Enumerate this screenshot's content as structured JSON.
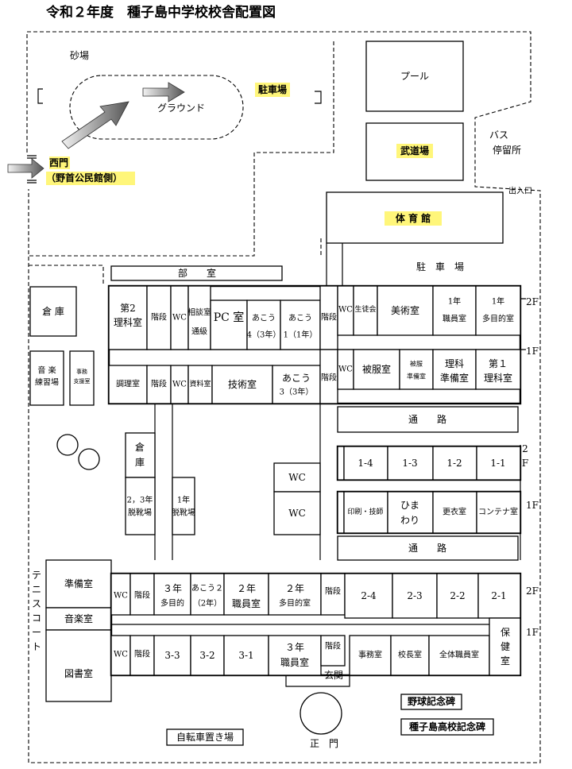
{
  "title": "令和２年度　種子島中学校校舎配置図",
  "labels": {
    "sunaba": "砂場",
    "ground": "グラウンド",
    "parking_top": "駐車場",
    "west_gate_1": "西門",
    "west_gate_2": "（野首公民館側）",
    "pool": "プール",
    "budojo": "武道場",
    "bus_1": "バス",
    "bus_2": "停留所",
    "exit_entrance": "出入口",
    "gym": "体 育 館",
    "parking_mid": "駐　車　場",
    "club_room": "部　　室",
    "souko_left": "倉 庫",
    "music_practice_1": "音 楽",
    "music_practice_2": "練習場",
    "office_support_1": "事務",
    "office_support_2": "支援室",
    "souko_center_1": "倉",
    "souko_center_2": "庫",
    "shoe_23_1": "2，3年",
    "shoe_23_2": "脱靴場",
    "shoe_1_1": "1年",
    "shoe_1_2": "脱靴場",
    "tennis": "テニスコート",
    "bike": "自転車置き場",
    "main_gate": "正　門",
    "baseball": "野球記念碑",
    "highschool": "種子島高校記念碑",
    "floor_2f": "2F",
    "floor_1f": "1F"
  },
  "rooms": {
    "dai2_rika_1": "第2",
    "dai2_rika_2": "理科室",
    "kaidan": "階段",
    "wc": "WC",
    "soudan_1": "相談室",
    "soudan_2": "通級",
    "pc": "PC 室",
    "akou4_1": "あこう",
    "akou4_2": "4（3年）",
    "akou1_1": "あこう",
    "akou1_2": "1（1年）",
    "seitokai": "生徒会",
    "bijutsu": "美術室",
    "nen1_shokuin_1": "1年",
    "nen1_shokuin_2": "職員室",
    "nen1_tamokuteki_1": "1年",
    "nen1_tamokuteki_2": "多目的室",
    "chouri": "調理室",
    "shiryou": "資料室",
    "gijutsu": "技術室",
    "akou3_1": "あこう",
    "akou3_2": "3（3年）",
    "hifuku": "被服室",
    "hifuku_junbi_1": "被服",
    "hifuku_junbi_2": "準備室",
    "rika_junbi_1": "理科",
    "rika_junbi_2": "準備室",
    "dai1_rika_1": "第１",
    "dai1_rika_2": "理科室",
    "tsuro": "通　　路",
    "c1_4": "1-4",
    "c1_3": "1-3",
    "c1_2": "1-2",
    "c1_1": "1-1",
    "insatsu": "印刷・技師",
    "himawari_1": "ひま",
    "himawari_2": "わり",
    "koui": "更衣室",
    "container": "コンテナ室",
    "junbi": "準備室",
    "ongaku": "音楽室",
    "toshokan": "図書室",
    "nen3_tamokuteki_1": "３年",
    "nen3_tamokuteki_2": "多目的",
    "akou2_1": "あこう２",
    "akou2_2": "（2年）",
    "nen2_shokuin_1": "２年",
    "nen2_shokuin_2": "職員室",
    "nen2_tamokuteki_1": "２年",
    "nen2_tamokuteki_2": "多目的室",
    "c2_4": "2-4",
    "c2_3": "2-3",
    "c2_2": "2-2",
    "c2_1": "2-1",
    "hoken_1": "保",
    "hoken_2": "健",
    "hoken_3": "室",
    "c3_3": "3-3",
    "c3_2": "3-2",
    "c3_1": "3-1",
    "nen3_shokuin_1": "３年",
    "nen3_shokuin_2": "職員室",
    "jimu": "事務室",
    "kouchou": "校長室",
    "zentai": "全体職員室",
    "genkan": "玄関"
  },
  "colors": {
    "highlight": "#fff67a",
    "line": "#000000"
  }
}
